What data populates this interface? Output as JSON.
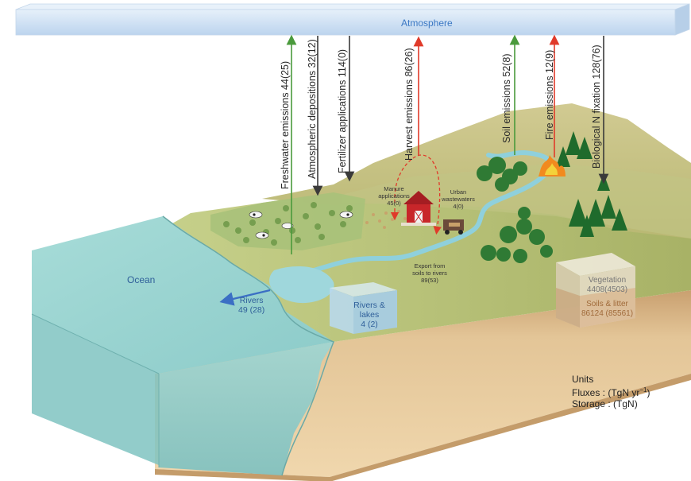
{
  "atmosphere": {
    "label": "Atmosphere"
  },
  "fluxes": [
    {
      "name": "Freshwater emissions",
      "value": "44(25)",
      "text": "Freshwater emissions  44(25)",
      "direction": "up",
      "color": "#4a9a3c"
    },
    {
      "name": "Atmospheric depositions",
      "value": "32(12)",
      "text": "Atmospheric depositions  32(12)",
      "direction": "down",
      "color": "#3a3a3a"
    },
    {
      "name": "Fertilizer applications",
      "value": "114(0)",
      "text": "Fertilizer applications  114(0)",
      "direction": "down",
      "color": "#3a3a3a"
    },
    {
      "name": "Harvest emissions",
      "value": "86(26)",
      "text": "Harvest emissions  86(26)",
      "direction": "up",
      "color": "#e03a2a"
    },
    {
      "name": "Soil emissions",
      "value": "52(8)",
      "text": "Soil emissions  52(8)",
      "direction": "up",
      "color": "#4a9a3c"
    },
    {
      "name": "Fire emissions",
      "value": "12(9)",
      "text": "Fire emissions  12(9)",
      "direction": "up",
      "color": "#e03a2a"
    },
    {
      "name": "Biological N fixation",
      "value": "128(76)",
      "text": "Biological N fixation  128(76)",
      "direction": "down",
      "color": "#3a3a3a"
    }
  ],
  "inner_fluxes": {
    "manure": [
      "Manure",
      "applications",
      "45(0)"
    ],
    "urban": [
      "Urban",
      "wastewaters",
      "4(0)"
    ],
    "export": [
      "Export from",
      "soils to rivers",
      "89(53)"
    ]
  },
  "ocean": {
    "label": "Ocean"
  },
  "rivers_flux": {
    "label": "Rivers",
    "value": "49 (28)"
  },
  "rivers_lakes": {
    "label1": "Rivers &",
    "label2": "lakes",
    "value": "4 (2)"
  },
  "storage": {
    "vegetation": {
      "label": "Vegetation",
      "value": "4408(4503)"
    },
    "soils": {
      "label": "Soils & litter",
      "value": "86124 (85561)"
    }
  },
  "units": {
    "title": "Units",
    "fluxes_label": "Fluxes : (TgN yr",
    "fluxes_sup": "−1",
    "fluxes_close": ")",
    "storage_label": "Storage : (TgN)"
  },
  "colors": {
    "atmosphere_bar": "#cfe2f5",
    "atmosphere_text": "#3b78c4",
    "ocean": "#8ccfcf",
    "land_green": "#b9c77a",
    "soil": "#e7c79b",
    "emission_green": "#4a9a3c",
    "emission_red": "#e03a2a",
    "deposition_dark": "#3a3a3a"
  },
  "icons": [
    "cow-icon",
    "barn-icon",
    "tree-icon",
    "fire-icon",
    "truck-icon",
    "crop-icon"
  ]
}
